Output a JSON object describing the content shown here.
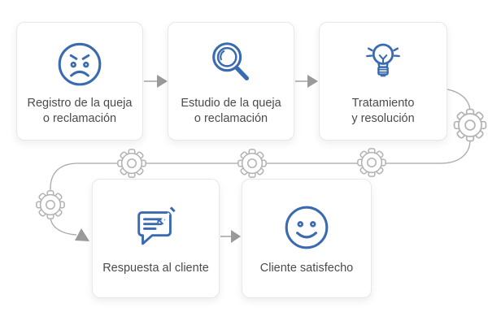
{
  "colors": {
    "icon_blue": "#3a6bb0",
    "connector_gray": "#a8a8a8",
    "arrow_gray": "#9a9a9a",
    "gear_gray": "#b2b2b2",
    "text_color": "#4b4b4b",
    "box_border": "#e7e7e7"
  },
  "process": {
    "steps": [
      {
        "label_line1": "Registro de la queja",
        "label_line2": "o reclamación",
        "icon": "angry-face-icon"
      },
      {
        "label_line1": "Estudio de la queja",
        "label_line2": "o reclamación",
        "icon": "magnifier-icon"
      },
      {
        "label_line1": "Tratamiento",
        "label_line2": "y resolución",
        "icon": "lightbulb-icon"
      },
      {
        "label_line1": "Respuesta al cliente",
        "icon": "chat-message-pencil-icon"
      },
      {
        "label_line1": "Cliente satisfecho",
        "icon": "happy-face-icon"
      }
    ]
  }
}
